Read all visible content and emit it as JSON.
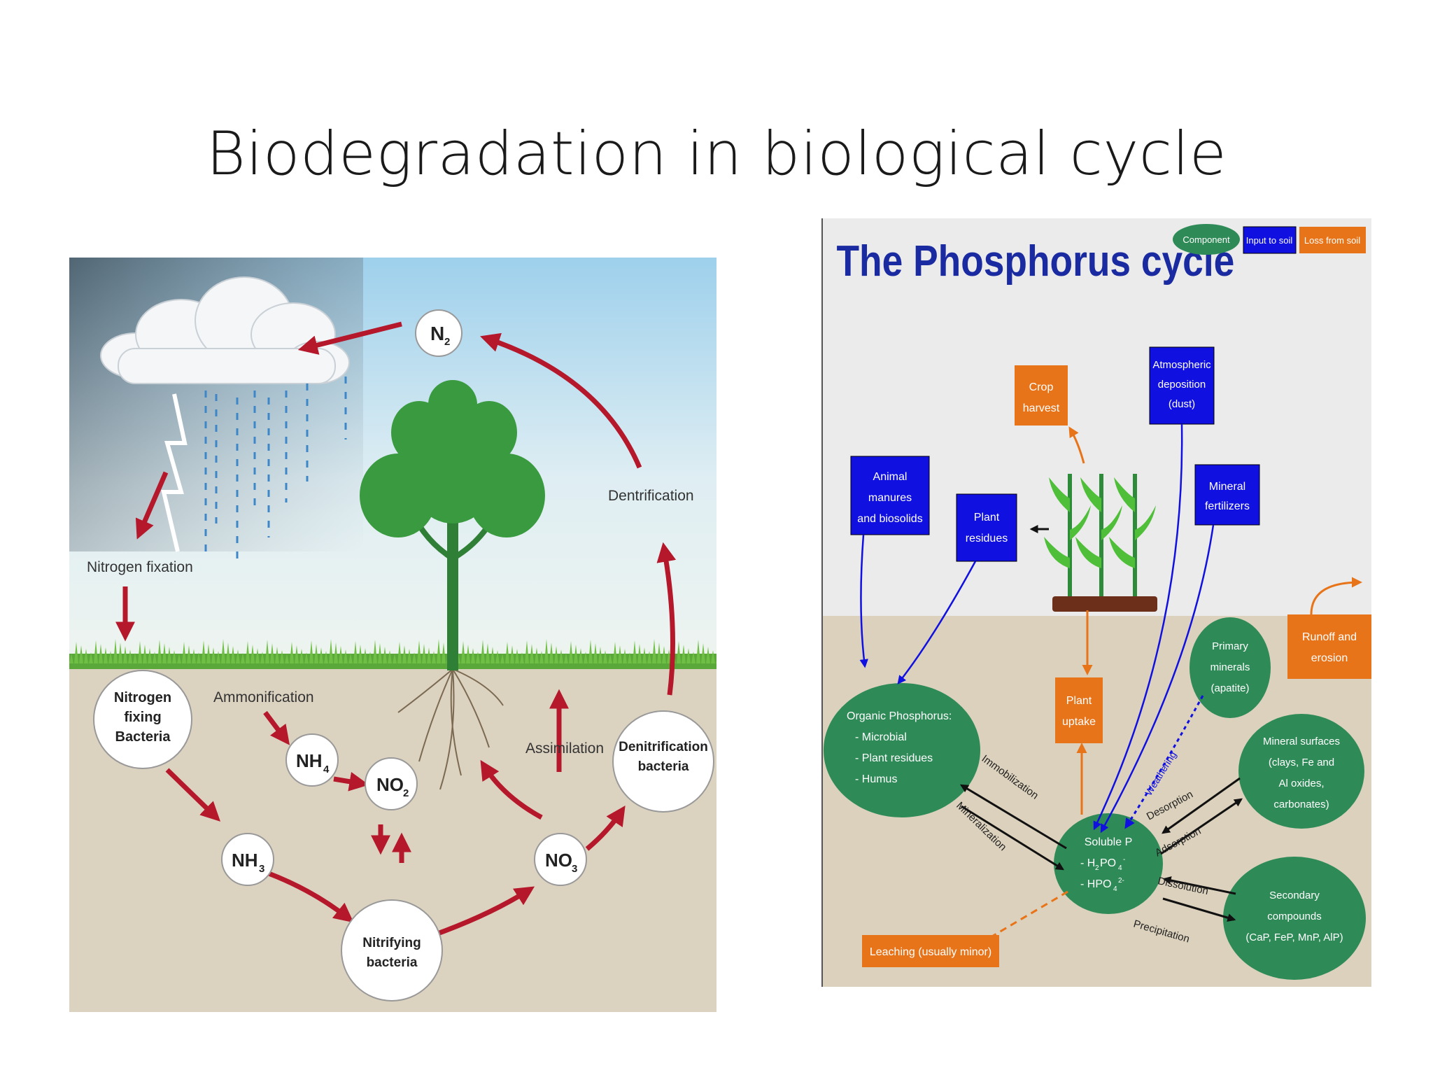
{
  "slide": {
    "title": "Biodegradation in biological cycle"
  },
  "nitrogen_cycle": {
    "nodes": {
      "n2": [
        "N",
        "2"
      ],
      "nitrogen_fixing_bacteria": [
        "Nitrogen",
        "fixing",
        "Bacteria"
      ],
      "nh3": [
        "NH",
        "3"
      ],
      "nh4": [
        "NH",
        "4"
      ],
      "no2": [
        "NO",
        "2"
      ],
      "nitrifying_bacteria": [
        "Nitrifying",
        "bacteria"
      ],
      "no3": [
        "NO",
        "3"
      ],
      "denitrification_bacteria": [
        "Denitrification",
        "bacteria"
      ]
    },
    "labels": {
      "nitrogen_fixation": "Nitrogen fixation",
      "ammonification": "Ammonification",
      "assimilation": "Assimilation",
      "dentrification": "Dentrification"
    },
    "colors": {
      "arrow": "#b5172b",
      "sky_top": "#a8d4ec",
      "soil": "#dcd2c0",
      "grass": "#5aa83a",
      "tree": "#2f8f3a"
    }
  },
  "phosphorus_cycle": {
    "title": "The Phosphorus cycle",
    "legend": {
      "component": "Component",
      "input": "Input to soil",
      "loss": "Loss from soil"
    },
    "inputs": {
      "animal_manures": [
        "Animal",
        "manures",
        "and biosolids"
      ],
      "plant_residues": [
        "Plant",
        "residues"
      ],
      "atmospheric_deposition": [
        "Atmospheric",
        "deposition",
        "(dust)"
      ],
      "mineral_fertilizers": [
        "Mineral",
        "fertilizers"
      ]
    },
    "losses": {
      "crop_harvest": [
        "Crop",
        "harvest"
      ],
      "plant_uptake": [
        "Plant",
        "uptake"
      ],
      "runoff_erosion": [
        "Runoff and",
        "erosion"
      ],
      "leaching": "Leaching (usually minor)"
    },
    "components": {
      "organic_phosphorus": [
        "Organic Phosphorus:",
        "- Microbial",
        "- Plant residues",
        "- Humus"
      ],
      "soluble_p": [
        "Soluble P",
        "- H",
        "2",
        "PO",
        "4",
        "-",
        "- HPO",
        "4",
        "2-"
      ],
      "primary_minerals": [
        "Primary",
        "minerals",
        "(apatite)"
      ],
      "mineral_surfaces": [
        "Mineral surfaces",
        "(clays, Fe and",
        "Al oxides,",
        "carbonates)"
      ],
      "secondary_compounds": [
        "Secondary",
        "compounds",
        "(CaP, FeP, MnP, AlP)"
      ]
    },
    "processes": {
      "immobilization": "Immobilization",
      "mineralization": "Mineralization",
      "weathering": "Weathering",
      "desorption": "Desorption",
      "adsorption": "Adsorption",
      "dissolution": "Dissolution",
      "precipitation": "Precipitation"
    },
    "colors": {
      "component": "#2e8b57",
      "input": "#1010e0",
      "loss": "#e8741a",
      "title": "#1a2aa0",
      "sky": "#ebebeb",
      "soil": "#dcd1bc"
    }
  }
}
